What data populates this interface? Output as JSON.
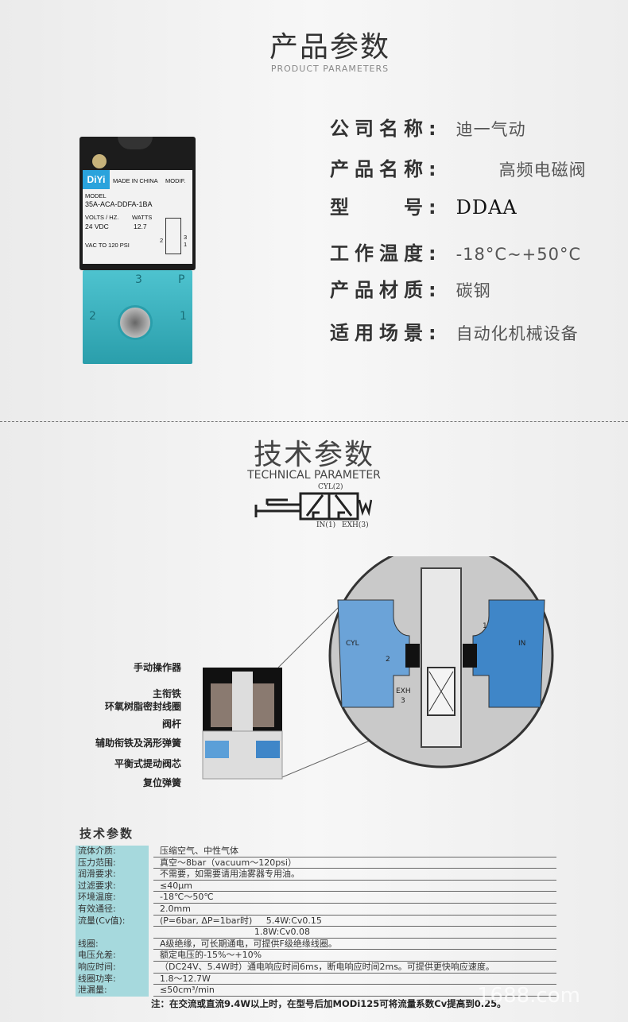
{
  "section1": {
    "title": "产品参数",
    "subtitle": "PRODUCT PARAMETERS"
  },
  "product_label": {
    "brand": "DiYi",
    "made_in": "MADE IN CHINA",
    "modif": "MODIF.",
    "model_label": "MODEL",
    "model": "35A-ACA-DDFA-1BA",
    "volts_label": "VOLTS / HZ.",
    "volts": "24 VDC",
    "watts_label": "WATTS",
    "watts": "12.7",
    "pressure": "VAC TO 120 PSI",
    "port_2": "2",
    "port_3": "3",
    "port_1": "1",
    "body_ports": [
      "2",
      "3",
      "P",
      "1"
    ]
  },
  "specs": [
    {
      "label": "公司名称:",
      "value": "迪一气动"
    },
    {
      "label": "产品名称:",
      "value": "高频电磁阀"
    },
    {
      "label": "型　　号:",
      "value": "DDAA"
    },
    {
      "label": "工作温度:",
      "value": "-18°C~+50°C"
    },
    {
      "label": "产品材质:",
      "value": "碳钢"
    },
    {
      "label": "适用场景:",
      "value": "自动化机械设备"
    }
  ],
  "section2": {
    "title": "技术参数",
    "subtitle": "TECHNICAL PARAMETER"
  },
  "symbol": {
    "cyl": "CYL(2)",
    "in": "IN(1)",
    "exh": "EXH(3)"
  },
  "detail": {
    "cyl": "CYL",
    "in": "IN",
    "port_2": "2",
    "port_1": "1",
    "exh": "EXH",
    "port_3": "3"
  },
  "diagram_labels": [
    "手动操作器",
    "主衔铁",
    "环氧树脂密封线圈",
    "阀杆",
    "辅助衔铁及涡形弹簧",
    "平衡式提动阀芯",
    "复位弹簧"
  ],
  "table": {
    "title": "技术参数",
    "rows": [
      {
        "k": "流体介质:",
        "v": "压缩空气、中性气体"
      },
      {
        "k": "压力范围:",
        "v": "真空～8bar（vacuum～120psi）"
      },
      {
        "k": "润滑要求:",
        "v": "不需要，如需要请用油雾器专用油。"
      },
      {
        "k": "过滤要求:",
        "v": "≤40μm"
      },
      {
        "k": "环境温度:",
        "v": "-18℃～50℃"
      },
      {
        "k": "有效通径:",
        "v": "2.0mm"
      },
      {
        "k": "流量(Cv值):",
        "v": "(P=6bar, ΔP=1bar时)     5.4W:Cv0.15"
      },
      {
        "k": "",
        "v": "                                  1.8W:Cv0.08"
      },
      {
        "k": "线圈:",
        "v": "A级绝缘，可长期通电，可提供F级绝缘线圈。"
      },
      {
        "k": "电压允差:",
        "v": "额定电压的-15%～+10%"
      },
      {
        "k": "响应时间:",
        "v": "（DC24V、5.4W时）通电响应时间6ms，断电响应时间2ms。可提供更快响应速度。"
      },
      {
        "k": "线圈功率:",
        "v": "1.8～12.7W"
      },
      {
        "k": "泄漏量:",
        "v": "≤50cm³/min"
      }
    ],
    "note": "注：在交流或直流9.4W以上时，在型号后加MODi125可将流量系数Cv提高到0.25。"
  },
  "watermark": "1688.com",
  "colors": {
    "valve_teal": "#3fb3c0",
    "label_blue": "#2aa3dc",
    "table_key_bg": "#a6d9dd",
    "flow_blue": "#3f86c8"
  }
}
